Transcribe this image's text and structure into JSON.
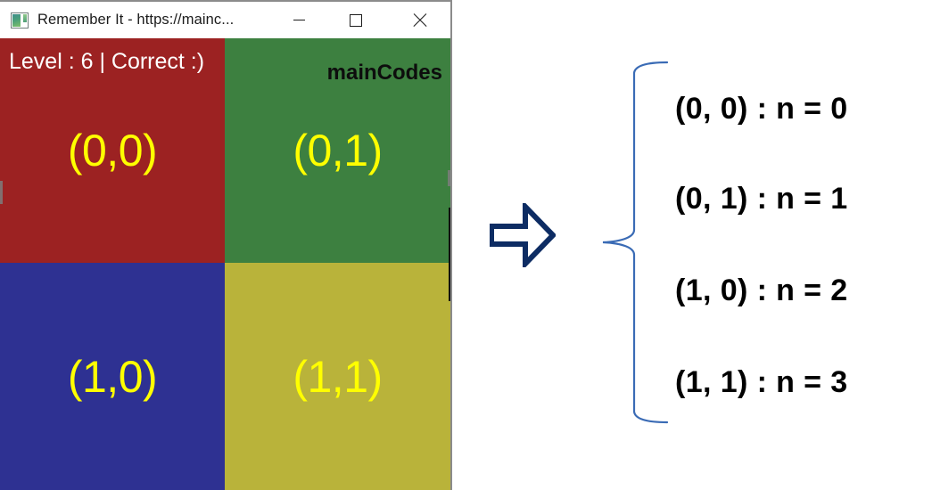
{
  "window": {
    "title": "Remember It - https://mainc...",
    "icon": "app-window-image-icon",
    "controls": {
      "minimize": "—",
      "maximize": "☐",
      "close": "✕"
    }
  },
  "game": {
    "hud_status": "Level : 6 | Correct :)",
    "brand_label": "mainCodes",
    "label_color": "#ffff00",
    "cells": [
      {
        "label": "(0,0)",
        "color": "#9c2222",
        "name": "grid-cell-0-0"
      },
      {
        "label": "(0,1)",
        "color": "#3d8040",
        "name": "grid-cell-0-1"
      },
      {
        "label": "(1,0)",
        "color": "#2e3192",
        "name": "grid-cell-1-0"
      },
      {
        "label": "(1,1)",
        "color": "#b9b33a",
        "name": "grid-cell-1-1"
      }
    ]
  },
  "diagram": {
    "arrow": {
      "icon": "right-arrow-icon",
      "stroke_color": "#0d2c63",
      "fill_color": "#ffffff"
    },
    "brace": {
      "icon": "left-curly-brace-icon",
      "color": "#3a6bb5"
    },
    "mapping_rows": [
      "(0, 0) : n = 0",
      "(0, 1) : n = 1",
      "(1, 0) : n = 2",
      "(1, 1) : n = 3"
    ]
  }
}
